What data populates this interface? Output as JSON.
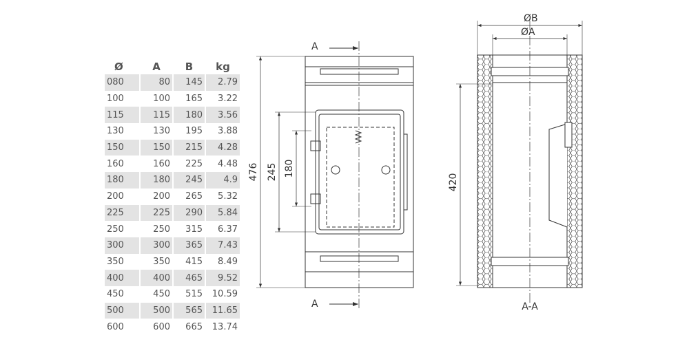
{
  "table": {
    "headers": [
      "Ø",
      "A",
      "B",
      "kg"
    ],
    "rows": [
      [
        "080",
        "80",
        "145",
        "2.79"
      ],
      [
        "100",
        "100",
        "165",
        "3.22"
      ],
      [
        "115",
        "115",
        "180",
        "3.56"
      ],
      [
        "130",
        "130",
        "195",
        "3.88"
      ],
      [
        "150",
        "150",
        "215",
        "4.28"
      ],
      [
        "160",
        "160",
        "225",
        "4.48"
      ],
      [
        "180",
        "180",
        "245",
        "4.9"
      ],
      [
        "200",
        "200",
        "265",
        "5.32"
      ],
      [
        "225",
        "225",
        "290",
        "5.84"
      ],
      [
        "250",
        "250",
        "315",
        "6.37"
      ],
      [
        "300",
        "300",
        "365",
        "7.43"
      ],
      [
        "350",
        "350",
        "415",
        "8.49"
      ],
      [
        "400",
        "400",
        "465",
        "9.52"
      ],
      [
        "450",
        "450",
        "515",
        "10.59"
      ],
      [
        "500",
        "500",
        "565",
        "11.65"
      ],
      [
        "600",
        "600",
        "665",
        "13.74"
      ]
    ]
  },
  "front_view": {
    "section_top": "A",
    "section_bottom": "A",
    "dim_total": "476",
    "dim_door": "245",
    "dim_inner": "180"
  },
  "section_view": {
    "dim_outer": "ØB",
    "dim_inner": "ØA",
    "dim_height": "420",
    "label": "A-A"
  }
}
